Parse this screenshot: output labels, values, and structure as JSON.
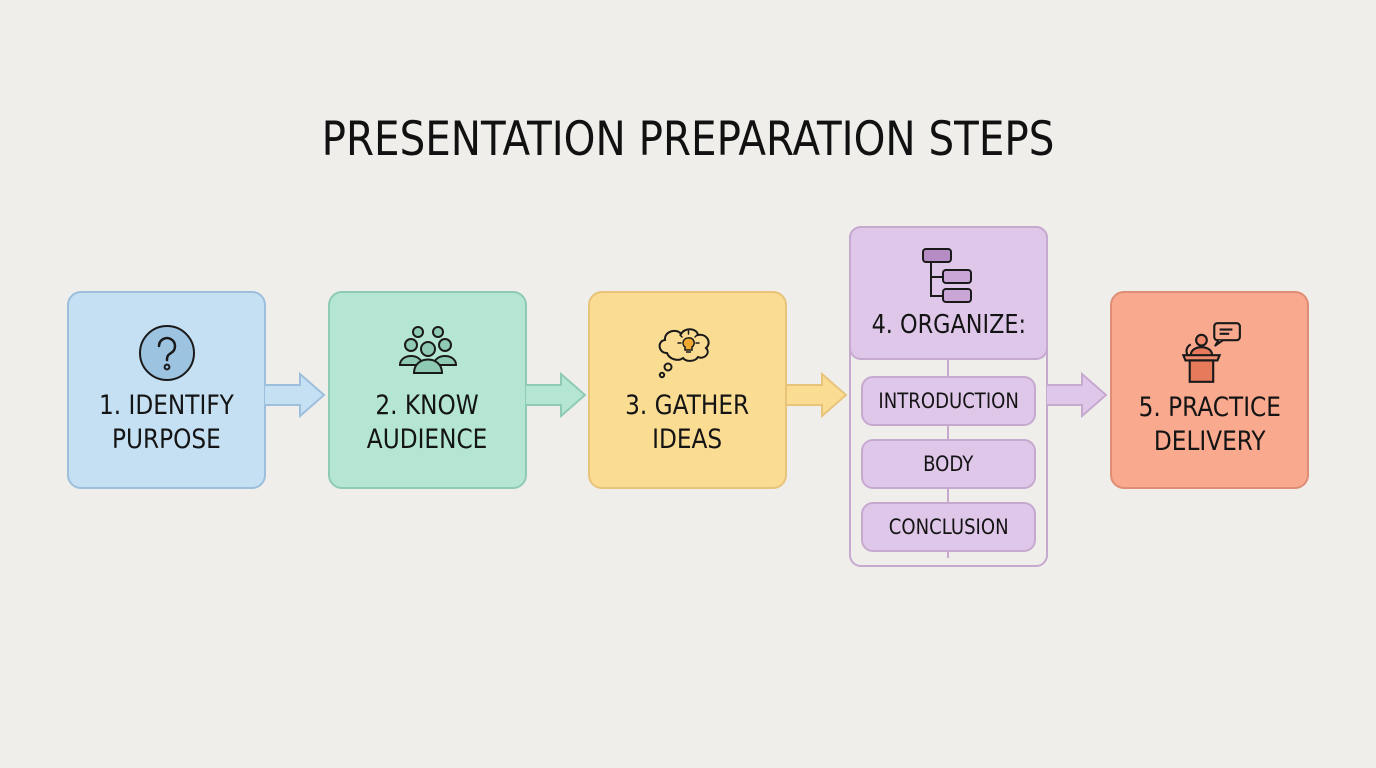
{
  "title": "PRESENTATION PREPARATION STEPS",
  "steps": [
    {
      "label": "1. IDENTIFY\nPURPOSE",
      "icon": "question-circle-icon",
      "fill": "#c5e0f3",
      "border": "#9dbfdc"
    },
    {
      "label": "2. KNOW\nAUDIENCE",
      "icon": "audience-group-icon",
      "fill": "#b4e6d3",
      "border": "#8fcbb4"
    },
    {
      "label": "3. GATHER\nIDEAS",
      "icon": "thought-cloud-lightbulb-icon",
      "fill": "#fbdc93",
      "border": "#e8c47a"
    },
    {
      "label": "4. ORGANIZE:",
      "icon": "hierarchy-tree-icon",
      "fill": "#dfc7ea",
      "border": "#c6a9cf",
      "sub_items": [
        "INTRODUCTION",
        "BODY",
        "CONCLUSION"
      ]
    },
    {
      "label": "5. PRACTICE\nDELIVERY",
      "icon": "speaker-podium-icon",
      "fill": "#f8a98e",
      "border": "#e08d75"
    }
  ],
  "arrows": [
    {
      "from": 1,
      "to": 2,
      "color": "#c5e0f3",
      "stroke": "#9dbfdc"
    },
    {
      "from": 2,
      "to": 3,
      "color": "#b4e6d3",
      "stroke": "#8fcbb4"
    },
    {
      "from": 3,
      "to": 4,
      "color": "#fbdc93",
      "stroke": "#e8c47a"
    },
    {
      "from": 4,
      "to": 5,
      "color": "#dfc7ea",
      "stroke": "#c6a9cf"
    }
  ]
}
